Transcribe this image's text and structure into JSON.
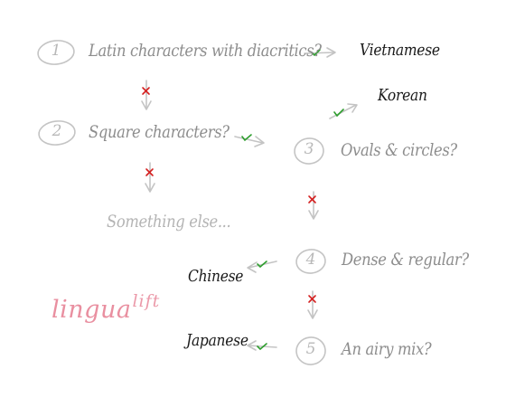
{
  "steps": [
    {
      "number": "1",
      "question": "Latin characters with diacritics?"
    },
    {
      "number": "2",
      "question": "Square characters?"
    },
    {
      "number": "3",
      "question": "Ovals & circles?"
    },
    {
      "number": "4",
      "question": "Dense & regular?"
    },
    {
      "number": "5",
      "question": "An airy mix?"
    }
  ],
  "answers": {
    "vietnamese": "Vietnamese",
    "korean": "Korean",
    "chinese": "Chinese",
    "japanese": "Japanese",
    "other": "Something else..."
  },
  "logo": {
    "main": "lingua",
    "sup": "lift"
  },
  "colors": {
    "yes": "#2e9e2e",
    "no": "#d42020",
    "arrow": "#c4c4c4",
    "brand": "#e98fa0"
  }
}
